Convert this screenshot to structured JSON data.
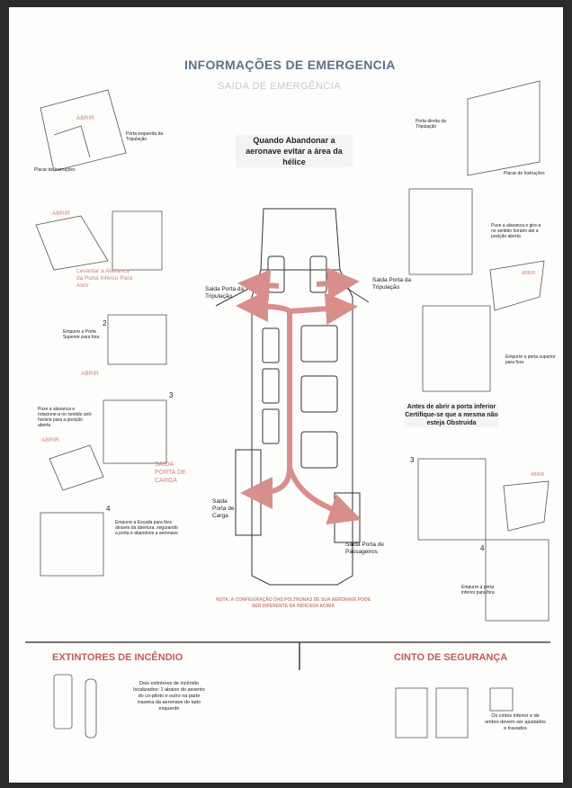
{
  "header": {
    "title": "INFORMAÇÕES DE EMERGENCIA",
    "subtitle": "SAIDA DE EMERGÊNCIA"
  },
  "center_notice": "Quando Abandonar a aeronave evitar a área da hélice",
  "left": {
    "top_label_abrir": "ABRIR",
    "top_porta": "Porta esquerda da Tripulação",
    "top_placar": "Placar de Instruções",
    "abrir_2": "ABRIR",
    "levantar": "Levantar a Alavanca da Porta Inferior Para Abrir",
    "step2_num": "2",
    "step2_text": "Empurre a Porta Superior para fora",
    "abrir_3": "ABRIR",
    "step3_num": "3",
    "step3_text": "Puxe a alavanca e rotacione-a no sentido anti-horário para a posição aberta",
    "abrir_4": "ABRIR",
    "saida_carga": "SAIDA PORTA DE CARGA",
    "step4_num": "4",
    "step4_text": "Empurre a Escada para fora através da abertura, segurando a porta e abandone a aeronave"
  },
  "right": {
    "top_porta": "Porta direita da Tripulação",
    "top_placar": "Placar de Instruções",
    "step1_text": "Puxe a alavanca e gire-a no sentido horário até a posição aberta",
    "abrir_1": "ABRIR",
    "step2_text": "Empurre a porta superior para fora",
    "notice": "Antes de abrir a porta inferior Certifique-se que a mesma não esteja Obstruida",
    "step3_num": "3",
    "abrir_3": "ABRIR",
    "step4_num": "4",
    "step4_text": "Empurre a porta inferior para fora"
  },
  "diagram": {
    "exit_left_crew": "Saida Porta da Tripulação",
    "exit_right_crew": "Saida Porta da Tripulação",
    "exit_cargo": "Saida Porta de Carga",
    "exit_passengers": "Saida Porta de Passageiros",
    "note": "NOTA: A CONFIGURAÇÃO DAS POLTRONAS DE SUA AERONAVE PODE SER DIFERENTE DA INDICADA ACIMA"
  },
  "extinguishers": {
    "title": "EXTINTORES DE INCÊNDIO",
    "text": "Dois extintores de incêndio localizados: 1 abaixo do assento do co-piloto e outro na parte traseira da aeronave do lado esquerdo"
  },
  "seatbelt": {
    "title": "CINTO DE SEGURANÇA",
    "text": "Os cintos inferior e de ombro devem ser ajustados e travados"
  },
  "colors": {
    "accent_red": "#c4504a",
    "title_blue": "#5b7386",
    "arrow_red": "#cf8a86"
  }
}
